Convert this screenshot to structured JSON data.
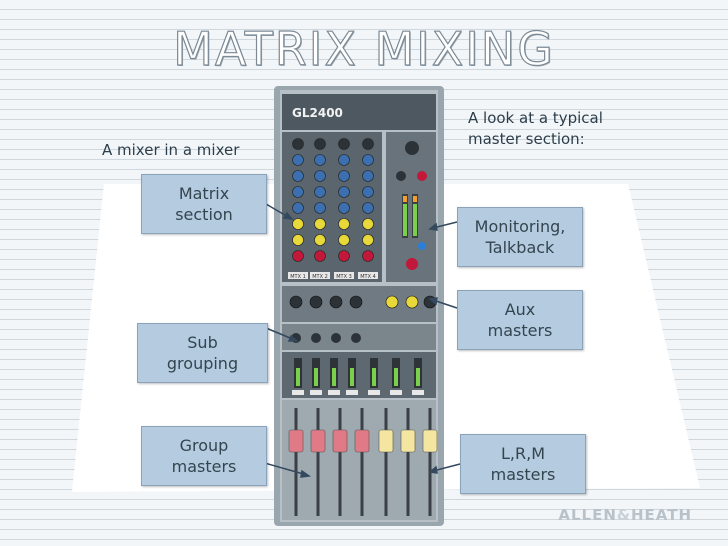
{
  "slide": {
    "title": "MATRIX MIXING",
    "subtitle_left": "A mixer in a mixer",
    "subtitle_right": "A look at a typical\nmaster section:"
  },
  "mixer": {
    "model": "GL2400",
    "matrix_labels": [
      "MTX 1",
      "MTX 2",
      "MTX 3",
      "MTX 4"
    ]
  },
  "callouts": {
    "matrix_section": "Matrix\nsection",
    "sub_grouping": "Sub\ngrouping",
    "group_masters": "Group\nmasters",
    "monitoring_talkback": "Monitoring,\nTalkback",
    "aux_masters": "Aux\nmasters",
    "lrm_masters": "L,R,M\nmasters"
  },
  "brand": {
    "name_left": "ALLEN",
    "amp": "&",
    "name_right": "HEATH"
  },
  "colors": {
    "callout_fill": "#b5cbe0",
    "fader_red": "#e07a86",
    "fader_yellow": "#f4e6a0",
    "knob_blue": "#3b6fb0",
    "knob_yellow": "#e8d83a",
    "knob_red": "#c2183a"
  }
}
